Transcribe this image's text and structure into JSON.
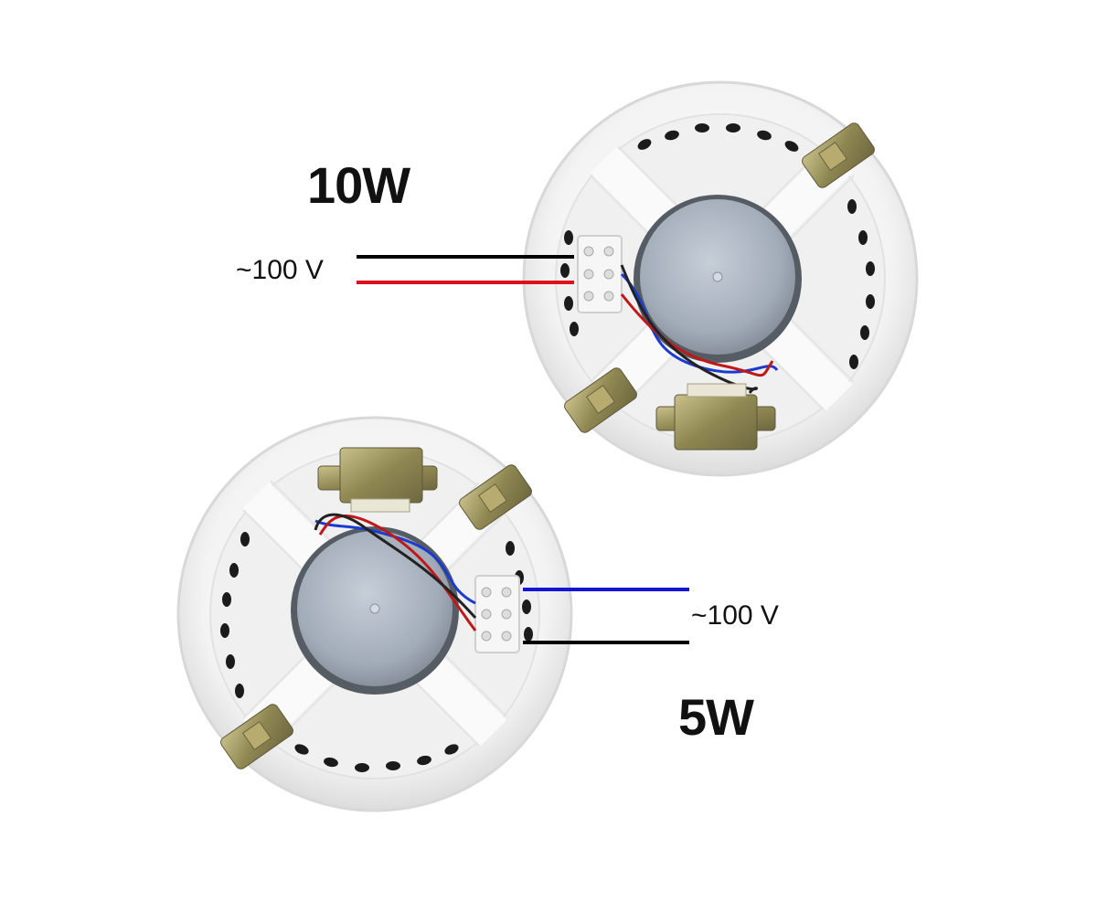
{
  "speaker_top": {
    "power_label": "10W",
    "voltage_label": "~100 V",
    "wire_colors": [
      "#000000",
      "#e0101a"
    ]
  },
  "speaker_bottom": {
    "power_label": "5W",
    "voltage_label": "~100 V",
    "wire_colors": [
      "#1414d8",
      "#000000"
    ]
  },
  "colors": {
    "housing": "#f4f4f4",
    "magnet": "#a9b4c0",
    "transformer": "#9c9560",
    "background": "#ffffff"
  }
}
